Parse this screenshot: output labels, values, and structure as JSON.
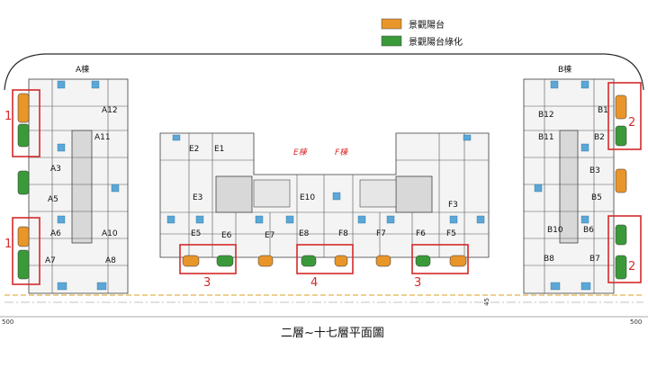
{
  "legend": {
    "items": [
      {
        "label": "景觀陽台",
        "color": "#e8952a"
      },
      {
        "label": "景觀陽台綠化",
        "color": "#3a9a3a"
      }
    ]
  },
  "buildings": {
    "A": "A棟",
    "B": "B棟",
    "E": "E棟",
    "F": "F棟"
  },
  "units": {
    "A": [
      "A12",
      "A11",
      "A3",
      "A5",
      "A6",
      "A10",
      "A7",
      "A8"
    ],
    "B": [
      "B1",
      "B12",
      "B11",
      "B2",
      "B3",
      "B5",
      "B10",
      "B6",
      "B8",
      "B7"
    ],
    "E": [
      "E2",
      "E1",
      "E3",
      "E5",
      "E6",
      "E7",
      "E8",
      "E10"
    ],
    "F": [
      "F3",
      "F8",
      "F7",
      "F6",
      "F5"
    ]
  },
  "markers": [
    "1",
    "1",
    "2",
    "2",
    "3",
    "4",
    "3"
  ],
  "dimensions": [
    "500",
    "500",
    "45"
  ],
  "caption": "二層~十七層平面圖",
  "colors": {
    "balcony_orange": "#e8952a",
    "balcony_green": "#3a9a3a",
    "marker_red": "#d42a2a",
    "stair_blue": "#5aa7d8"
  }
}
